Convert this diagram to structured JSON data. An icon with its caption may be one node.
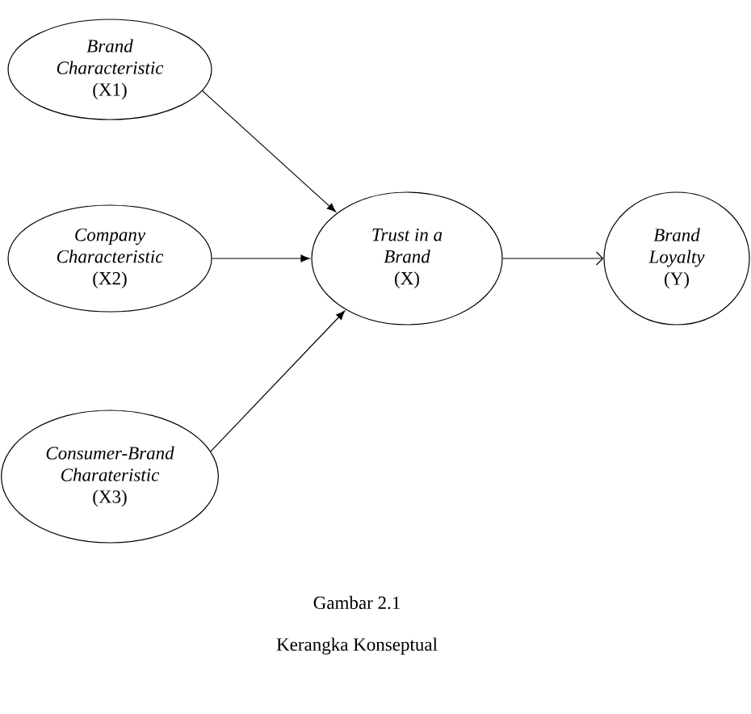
{
  "diagram": {
    "nodes": [
      {
        "text": [
          "Brand Characteristic",
          "(X1)"
        ]
      },
      {
        "text": [
          "Company Characteristic",
          "(X2)"
        ]
      },
      {
        "text": [
          "Consumer-Brand Charateristic",
          "(X3)"
        ]
      },
      {
        "text": [
          "Trust in a Brand",
          "(X)"
        ]
      },
      {
        "text": [
          "Brand Loyalty",
          "(Y)"
        ]
      }
    ],
    "edges": [
      {
        "from": 0,
        "to": 3,
        "arrow": "to"
      },
      {
        "from": 1,
        "to": 3,
        "arrow": "to"
      },
      {
        "from": 2,
        "to": 3,
        "arrow": "to"
      },
      {
        "from": 3,
        "to": 4,
        "arrow": "to"
      }
    ],
    "labels": [
      "Gambar 2.1",
      "Kerangka Konseptual"
    ]
  }
}
